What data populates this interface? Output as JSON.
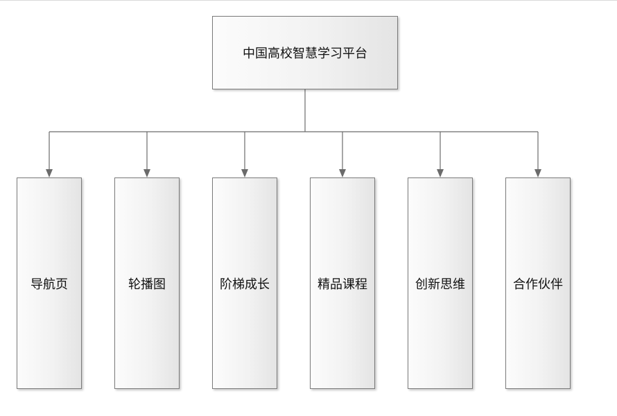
{
  "root": {
    "label": "中国高校智慧学习平台"
  },
  "children": [
    {
      "label": "导航页"
    },
    {
      "label": "轮播图"
    },
    {
      "label": "阶梯成长"
    },
    {
      "label": "精品课程"
    },
    {
      "label": "创新思维"
    },
    {
      "label": "合作伙伴"
    }
  ],
  "colors": {
    "line": "#6b6b6b",
    "border": "#7a7a7a",
    "text": "#111111"
  }
}
